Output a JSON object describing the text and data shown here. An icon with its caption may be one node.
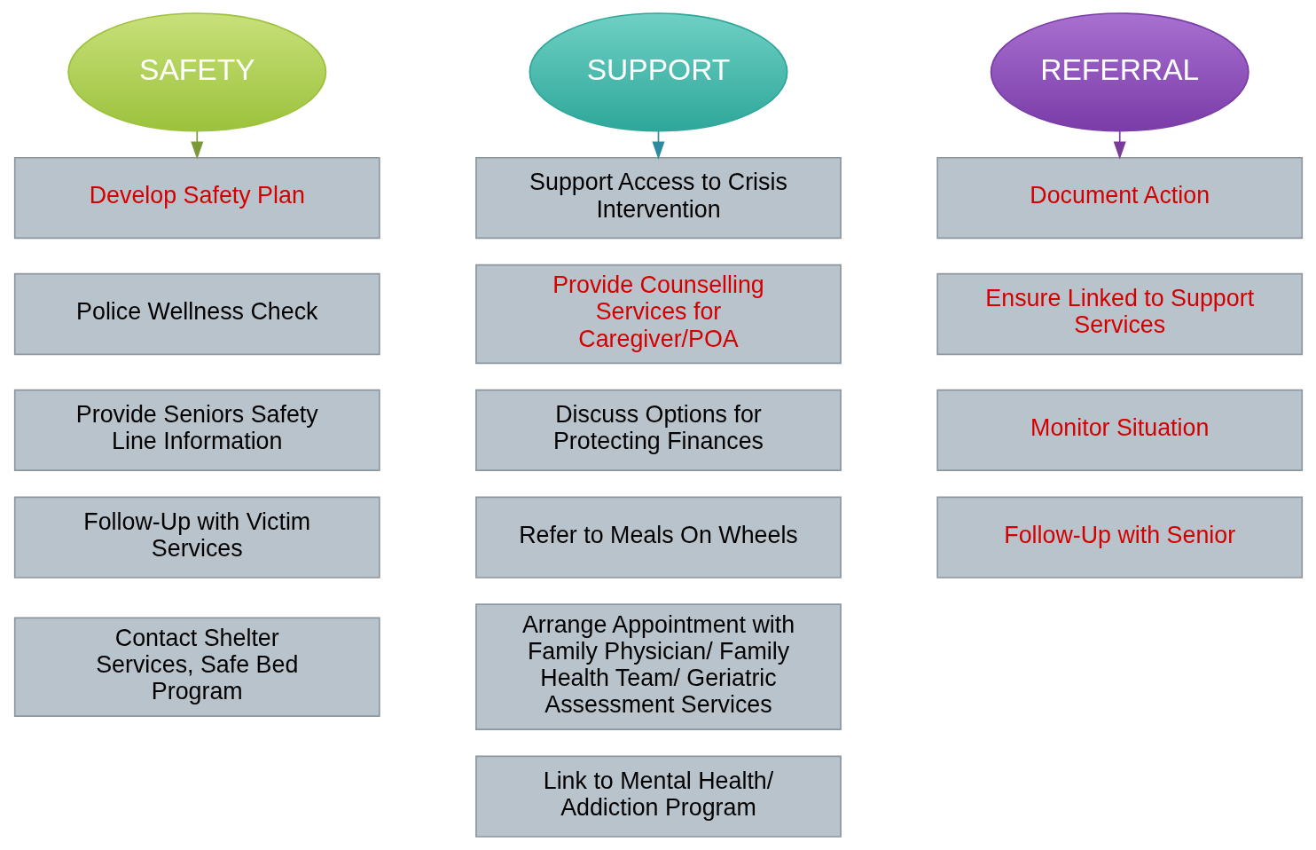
{
  "diagram": {
    "nodes": [
      {
        "text": [
          "SAFETY"
        ]
      },
      {
        "text": [
          "Develop Safety Plan"
        ]
      },
      {
        "text": [
          "Police Wellness Check"
        ]
      },
      {
        "text": [
          "Provide Seniors Safety Line Information"
        ]
      },
      {
        "text": [
          "Follow-Up with Victim Services"
        ]
      },
      {
        "text": [
          "Contact Shelter Services, Safe Bed Program"
        ]
      },
      {
        "text": [
          "SUPPORT"
        ]
      },
      {
        "text": [
          "Support Access to Crisis Intervention"
        ]
      },
      {
        "text": [
          "Provide Counselling Services for Caregiver/POA"
        ]
      },
      {
        "text": [
          "Discuss Options for Protecting Finances"
        ]
      },
      {
        "text": [
          "Refer to Meals On Wheels"
        ]
      },
      {
        "text": [
          "Arrange Appointment with Family Physician/ Family Health Team/ Geriatric Assessment Services"
        ]
      },
      {
        "text": [
          "Link to Mental Health/ Addiction Program"
        ]
      },
      {
        "text": [
          "REFERRAL"
        ]
      },
      {
        "text": [
          "Document Action"
        ]
      },
      {
        "text": [
          "Ensure Linked to Support Services"
        ]
      },
      {
        "text": [
          "Monitor Situation"
        ]
      },
      {
        "text": [
          "Follow-Up with Senior"
        ]
      }
    ],
    "edges": [
      {
        "from": 0,
        "to": 1,
        "arrow": "to",
        "color": "#7a9a3a"
      },
      {
        "from": 6,
        "to": 7,
        "arrow": "to",
        "color": "#2e8a9e"
      },
      {
        "from": 13,
        "to": 14,
        "arrow": "to",
        "color": "#7a3c9a"
      }
    ]
  }
}
